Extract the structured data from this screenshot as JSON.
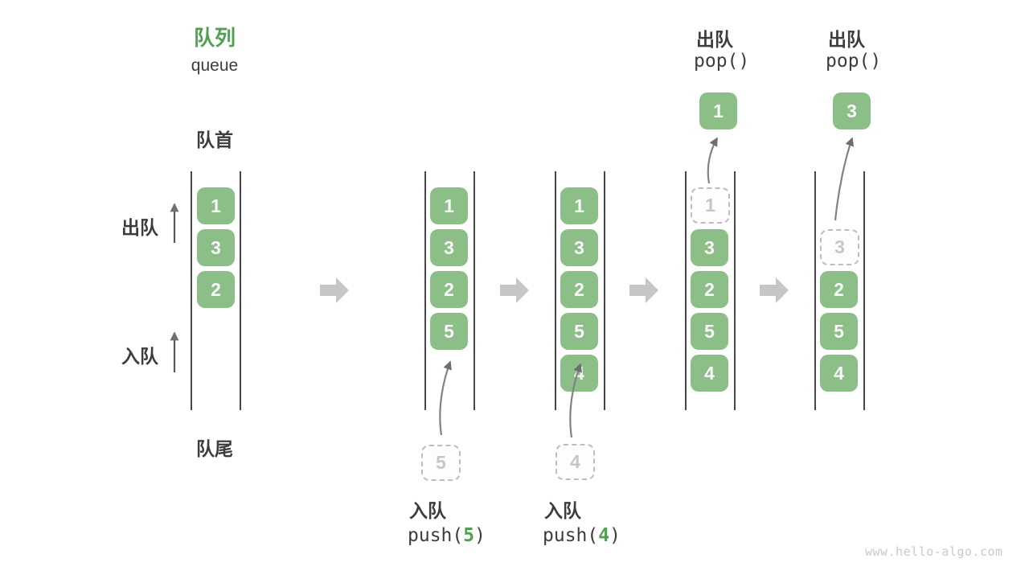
{
  "title": {
    "zh": "队列",
    "en": "queue"
  },
  "labels": {
    "front": "队首",
    "rear": "队尾",
    "dequeue": "出队",
    "enqueue": "入队"
  },
  "colors": {
    "cell_green": "#8cbe88",
    "accent_green": "#4fa14f",
    "text_dark": "#3d3d3d",
    "dashed_border": "#bdbdbd",
    "curve_arrow": "#828282",
    "block_arrow": "#c6c6c6"
  },
  "states": [
    {
      "name": "initial",
      "cells": [
        "1",
        "3",
        "2"
      ]
    },
    {
      "name": "after-push-5",
      "cells": [
        "1",
        "3",
        "2",
        "5"
      ],
      "incoming": "5",
      "op": {
        "label": "入队",
        "fn": "push(",
        "arg": "5",
        "close": ")"
      }
    },
    {
      "name": "after-push-4",
      "cells": [
        "1",
        "3",
        "2",
        "5",
        "4"
      ],
      "incoming": "4",
      "op": {
        "label": "入队",
        "fn": "push(",
        "arg": "4",
        "close": ")"
      }
    },
    {
      "name": "after-pop-1",
      "cells": [
        "1",
        "3",
        "2",
        "5",
        "4"
      ],
      "popped": "1",
      "op": {
        "label": "出队",
        "code": "pop()"
      }
    },
    {
      "name": "after-pop-3",
      "cells": [
        "3",
        "2",
        "5",
        "4"
      ],
      "popped": "3",
      "op": {
        "label": "出队",
        "code": "pop()"
      }
    }
  ],
  "watermark": "www.hello-algo.com"
}
